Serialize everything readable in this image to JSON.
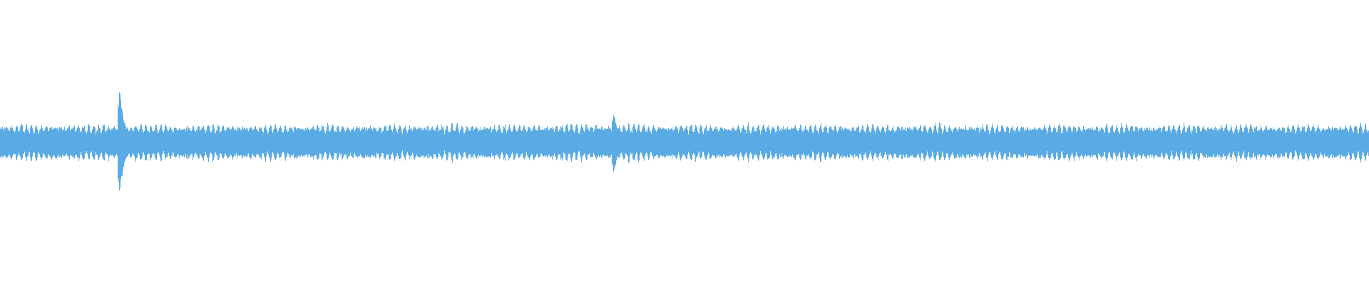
{
  "waveform": {
    "color": "#5aaae4",
    "background": "#ffffff",
    "base_amplitude": 0.25,
    "transients": [
      {
        "time_fraction": 0.0865,
        "peak_amplitude": 1.0
      },
      {
        "time_fraction": 0.4475,
        "peak_amplitude": 0.55
      }
    ]
  }
}
